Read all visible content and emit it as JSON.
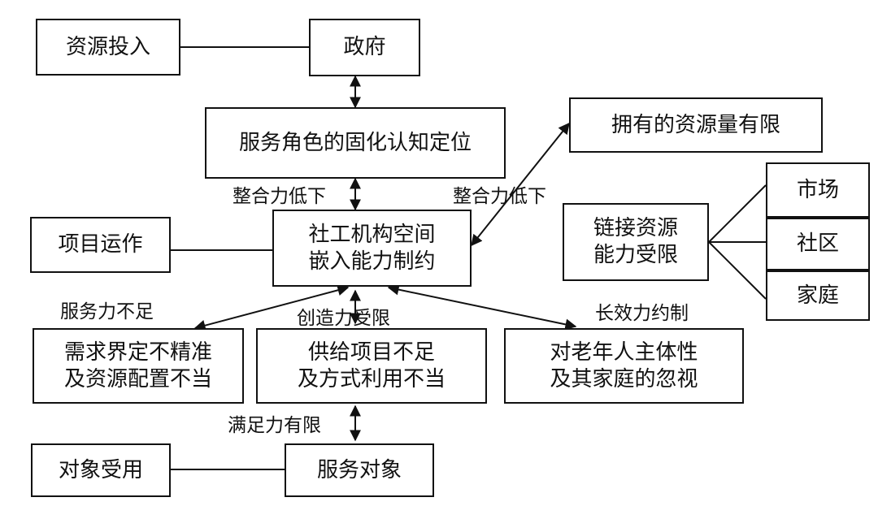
{
  "diagram": {
    "nodes": {
      "resource_input": "资源投入",
      "government": "政府",
      "role_cognition": "服务角色的固化认知定位",
      "limited_resources": "拥有的资源量有限",
      "project_operation": "项目运作",
      "core": "社工机构空间\n嵌入能力制约",
      "link_resources": "链接资源\n能力受限",
      "market": "市场",
      "community": "社区",
      "family": "家庭",
      "needs": "需求界定不精准\n及资源配置不当",
      "supply": "供给项目不足\n及方式利用不当",
      "elderly": "对老年人主体性\n及其家庭的忽视",
      "object_use": "对象受用",
      "service_object": "服务对象"
    },
    "edge_labels": {
      "integration_left": "整合力低下",
      "integration_right": "整合力低下",
      "service_insufficient": "服务力不足",
      "creativity_limited": "创造力受限",
      "long_term_restricted": "长效力约制",
      "satisfaction_limited": "满足力有限"
    },
    "colors": {
      "stroke": "#111111",
      "background": "#ffffff"
    }
  }
}
